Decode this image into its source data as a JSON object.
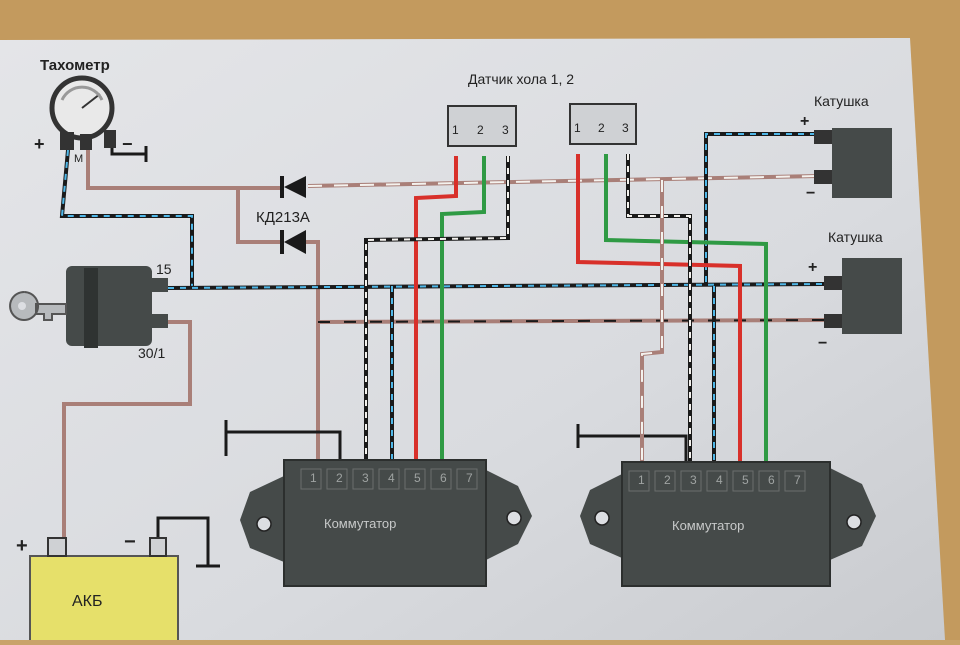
{
  "labels": {
    "tachometer": "Тахометр",
    "tach_m": "М",
    "hall_sensor": "Датчик хола 1, 2",
    "coil_1": "Катушка",
    "coil_2": "Катушка",
    "diode": "КД213А",
    "ign_15": "15",
    "ign_30": "30/1",
    "battery": "АКБ",
    "commutator_1": "Коммутатор",
    "commutator_2": "Коммутатор",
    "plus": "+",
    "minus": "−"
  },
  "hall_pins": [
    "1",
    "2",
    "3"
  ],
  "commutator_pins": [
    "1",
    "2",
    "3",
    "4",
    "5",
    "6",
    "7"
  ],
  "colors": {
    "red": "#d8302a",
    "green": "#2f9a44",
    "black": "#1a1a1a",
    "blue": "#4fb7e8",
    "brown": "#a97f78",
    "white": "#f4f2ee",
    "component": "#454a49",
    "battery": "#e6e06a",
    "paper": "#dcdee2"
  }
}
